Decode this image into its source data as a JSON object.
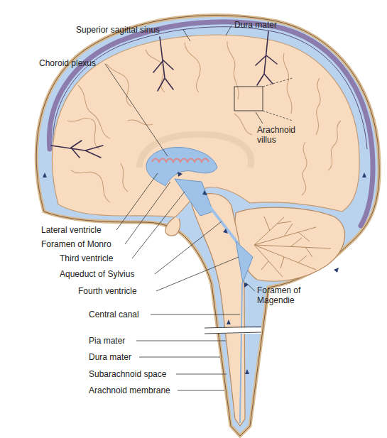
{
  "diagram": {
    "labels": [
      "Superior sagittal sinus",
      "Dura mater",
      "Choroid plexus",
      "Arachnoid villus",
      "Lateral ventricle",
      "Foramen of Monro",
      "Third ventricle",
      "Aqueduct of Sylvius",
      "Fourth ventricle",
      "Foramen of Magendie",
      "Central canal",
      "Pia mater",
      "Dura mater",
      "Subarachnoid space",
      "Arachnoid membrane"
    ]
  }
}
